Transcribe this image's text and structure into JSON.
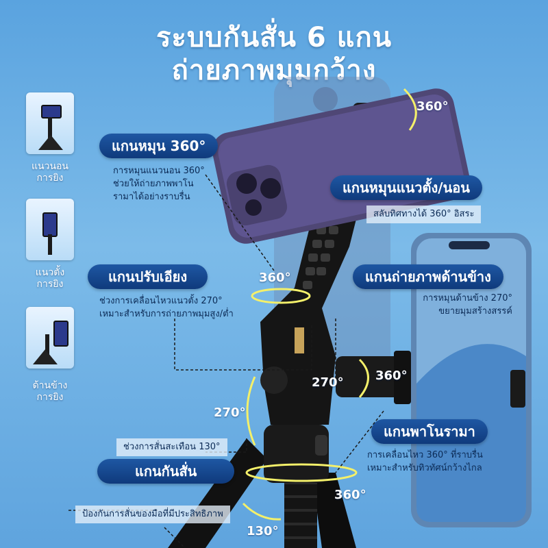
{
  "title": {
    "line1": "ระบบกันสั่น 6 แกน",
    "line2": "ถ่ายภาพมุมกว้าง"
  },
  "thumbs": [
    {
      "caption_l1": "แนวนอน",
      "caption_l2": "การยิง"
    },
    {
      "caption_l1": "แนวตั้ง",
      "caption_l2": "การยิง"
    },
    {
      "caption_l1": "ด้านข้าง",
      "caption_l2": "การยิง"
    }
  ],
  "labels": {
    "rotate360": {
      "title": "แกนหมุน 360°",
      "desc_l1": "การหมุนแนวนอน 360°",
      "desc_l2": "ช่วยให้ถ่ายภาพพาโน",
      "desc_l3": "รามาได้อย่างราบรื่น"
    },
    "vertical_horizontal": {
      "title": "แกนหมุนแนวตั้ง/นอน",
      "strip": "สลับทิศทางได้ 360° อิสระ"
    },
    "tilt": {
      "title": "แกนปรับเอียง",
      "desc_l1": "ช่วงการเคลื่อนไหวแนวตั้ง 270°",
      "desc_l2": "เหมาะสำหรับการถ่ายภาพมุมสูง/ต่ำ"
    },
    "side": {
      "title": "แกนถ่ายภาพด้านข้าง",
      "desc_l1": "การหมุนด้านข้าง 270°",
      "desc_l2": "ขยายมุมสร้างสรรค์"
    },
    "panorama": {
      "title": "แกนพาโนรามา",
      "desc_l1": "การเคลื่อนไหว 360° ที่ราบรื่น",
      "desc_l2": "เหมาะสำหรับทิวทัศน์กว้างไกล"
    },
    "stabilizer": {
      "title": "แกนกันสั่น",
      "strip_top": "ช่วงการสั่นสะเทือน 130°",
      "strip_bottom": "ป้องกันการสั่นของมือที่มีประสิทธิภาพ"
    }
  },
  "degrees": {
    "top": "360°",
    "tilt": "360°",
    "side_left": "270°",
    "side_right": "360°",
    "left_arm": "270°",
    "pan": "360°",
    "base": "130°"
  },
  "colors": {
    "pill": "#1e57a3",
    "arrow": "#f4f06a",
    "phone_purple": "#5b4f86",
    "phone_blue": "#6e8fb4"
  }
}
